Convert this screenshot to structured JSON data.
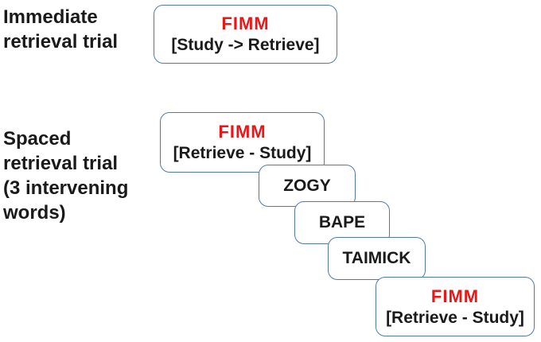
{
  "colors": {
    "accent_red": "#ed1515",
    "box_border": "#4f7aad",
    "text": "#1a1a1a"
  },
  "immediate": {
    "label_lines": [
      "Immediate",
      "retrieval trial"
    ],
    "card": {
      "word": "FIMM",
      "instruction": "[Study -> Retrieve]"
    }
  },
  "spaced": {
    "label_lines": [
      "Spaced",
      "retrieval trial",
      "(3 intervening",
      "words)"
    ],
    "cards": [
      {
        "word": "FIMM",
        "instruction": "[Retrieve - Study]"
      },
      {
        "word": "ZOGY"
      },
      {
        "word": "BAPE"
      },
      {
        "word": "TAIMICK"
      },
      {
        "word": "FIMM",
        "instruction": "[Retrieve - Study]"
      }
    ]
  }
}
